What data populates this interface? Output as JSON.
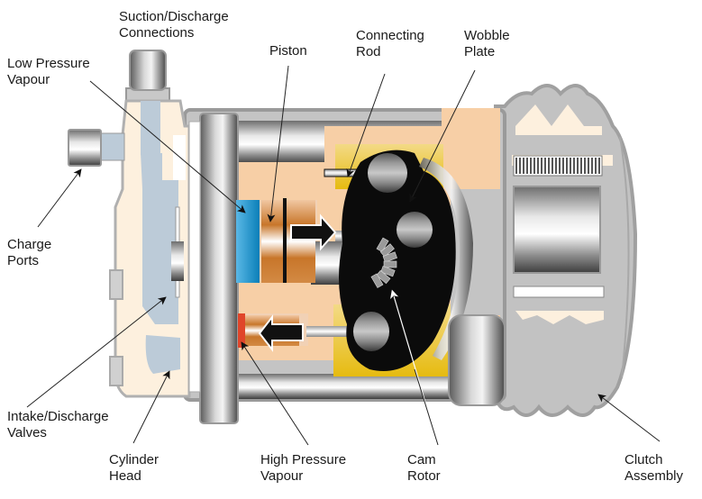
{
  "title": "Wobble Plate Compressor Cutaway",
  "labels": {
    "suction_discharge": [
      "Suction/Discharge",
      "Connections"
    ],
    "low_pressure": [
      "Low Pressure",
      "Vapour"
    ],
    "piston": [
      "Piston"
    ],
    "connecting_rod": [
      "Connecting",
      "Rod"
    ],
    "wobble_plate": [
      "Wobble",
      "Plate"
    ],
    "charge_ports": [
      "Charge",
      "Ports"
    ],
    "intake_discharge": [
      "Intake/Discharge",
      "Valves"
    ],
    "cylinder_head": [
      "Cylinder",
      "Head"
    ],
    "high_pressure": [
      "High Pressure",
      "Vapour"
    ],
    "cam_rotor": [
      "Cam",
      "Rotor"
    ],
    "clutch_assembly": [
      "Clutch",
      "Assembly"
    ]
  },
  "colors": {
    "housing_grey": "#c4c4c4",
    "housing_outline": "#9a9a9a",
    "cream": "#fdf0de",
    "peach": "#f7cfa6",
    "light_blue_channel": "#bccbd8",
    "low_pressure_blue": "#1d8fc8",
    "high_pressure_red": "#e0452a",
    "piston_bronze": "#c8762a",
    "yellow_oil": "#e9c21e",
    "black": "#0b0b0b"
  }
}
